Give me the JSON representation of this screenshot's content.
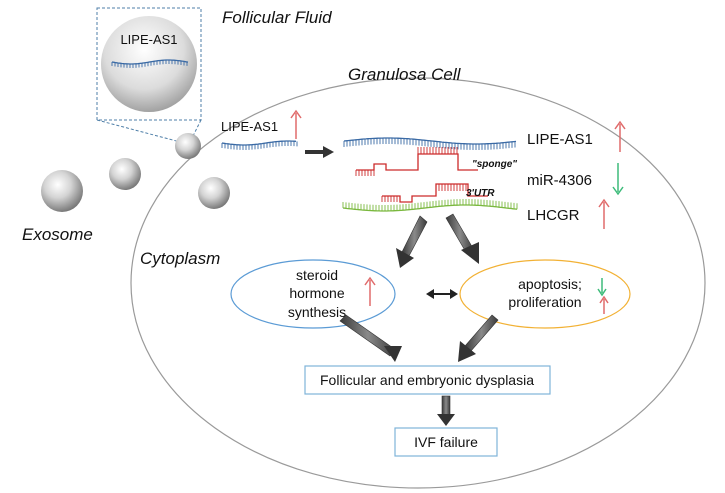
{
  "labels": {
    "follicular_fluid": "Follicular Fluid",
    "granulosa_cell": "Granulosa Cell",
    "exosome": "Exosome",
    "cytoplasm": "Cytoplasm",
    "inset_lncrna": "LIPE-AS1",
    "cell_lncrna": "LIPE-AS1"
  },
  "molecules": [
    {
      "id": "lipe-as1",
      "label": "LIPE-AS1",
      "trend": "up",
      "color": "#3a6aa5"
    },
    {
      "id": "mir-4306",
      "label": "miR-4306",
      "trend": "down",
      "color": "#cc2a2a"
    },
    {
      "id": "lhcgr",
      "label": "LHCGR",
      "trend": "up",
      "color": "#7ab83e"
    }
  ],
  "annotations": {
    "sponge": "\"sponge\"",
    "utr": "3'UTR"
  },
  "effects": {
    "left_lines": [
      "steroid",
      "hormone",
      "synthesis"
    ],
    "right_line1": "apoptosis;",
    "right_line2": "proliferation"
  },
  "outcomes": {
    "dysplasia": "Follicular and embryonic dysplasia",
    "ivf": "IVF failure"
  },
  "colors": {
    "up_arrow": "#e06b6b",
    "down_arrow": "#3dbb7a",
    "left_ellipse": "#5b9bd5",
    "right_ellipse": "#f2b134",
    "box_border": "#7fb3d9",
    "cell_border": "#9a9a9a"
  }
}
